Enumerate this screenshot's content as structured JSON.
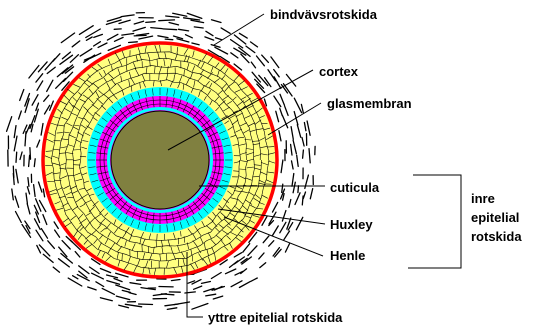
{
  "labels": {
    "bindvav": "bindvävsrotskida",
    "cortex": "cortex",
    "glasmembran": "glasmembran",
    "cuticula": "cuticula",
    "huxley": "Huxley",
    "henle": "Henle",
    "yttre": "yttre epitelial rotskida",
    "inre_line1": "inre",
    "inre_line2": "epitelial",
    "inre_line3": "rotskida"
  },
  "colors": {
    "connective_tissue_dashes": "#000000",
    "glass_membrane": "#ff0000",
    "outer_root_sheath": "#ffff80",
    "henle_layer": "#00ffff",
    "huxley_layer": "#ff00ff",
    "cuticle": "#00ffff",
    "cortex": "#808040",
    "cell_lines": "#000000"
  }
}
